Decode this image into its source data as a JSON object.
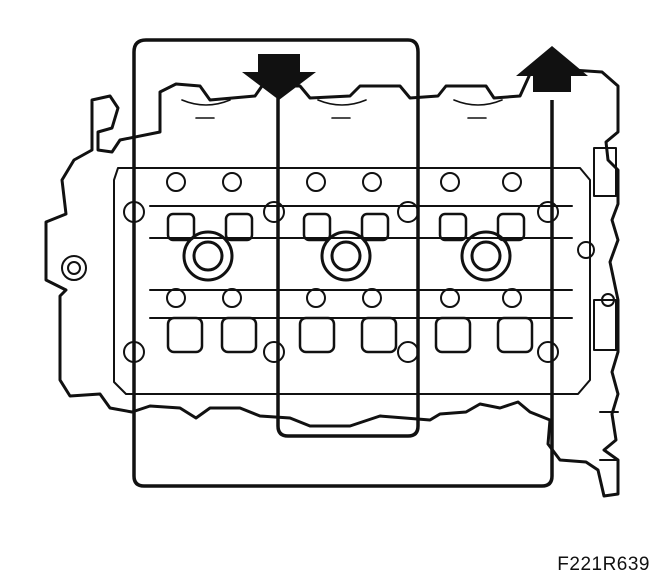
{
  "figure": {
    "code": "F221R639",
    "subject": "cylinder-head-bolt-sequence",
    "path_direction_marks": [
      {
        "name": "downward-arrow-icon",
        "direction": "down"
      },
      {
        "name": "upward-arrow-icon",
        "direction": "up"
      }
    ],
    "colors": {
      "line": "#111111",
      "background": "#ffffff"
    }
  }
}
